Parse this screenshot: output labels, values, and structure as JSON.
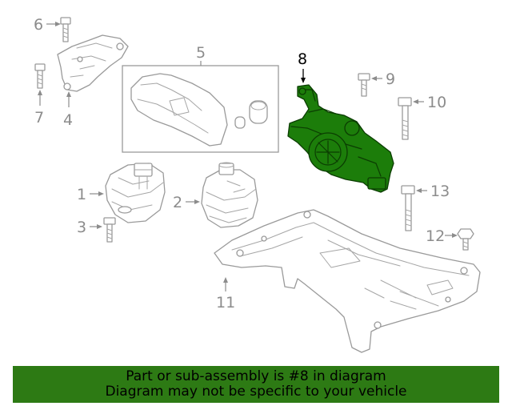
{
  "diagram": {
    "callouts": {
      "c1": "1",
      "c2": "2",
      "c3": "3",
      "c4": "4",
      "c5": "5",
      "c6": "6",
      "c7": "7",
      "c8": "8",
      "c9": "9",
      "c10": "10",
      "c11": "11",
      "c12": "12",
      "c13": "13"
    },
    "highlighted_part": "8",
    "colors": {
      "highlight": "#1c7d0a",
      "banner": "#2d7a14",
      "line": "#9a9a9a"
    }
  },
  "banner": {
    "line1": "Part or sub-assembly is #8 in diagram",
    "line2": "Diagram may not be specific to your vehicle"
  }
}
